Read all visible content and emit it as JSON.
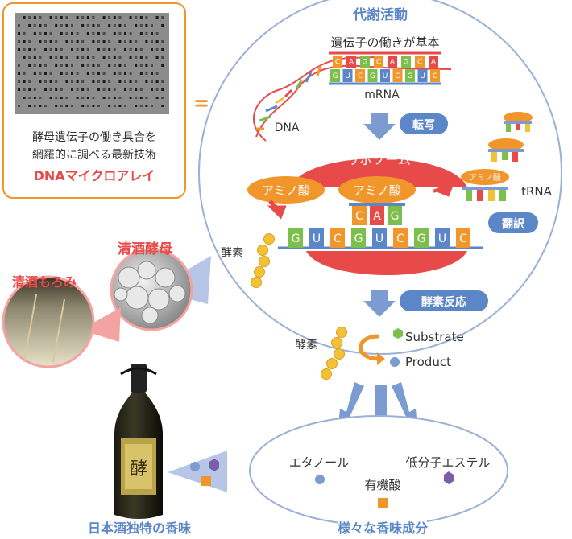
{
  "metabolism_title": "代謝活動",
  "gene_basis": "遺伝子の働きが基本",
  "mrna_label": "mRNA",
  "dna_label": "DNA",
  "transcription_label": "転写",
  "ribosome_label": "リボソーム",
  "amino_acid_1": "アミノ酸",
  "amino_acid_2": "アミノ酸",
  "trna_amino_label": "アミノ酸",
  "trna_label": "tRNA",
  "translation_label": "翻訳",
  "enzyme_label_1": "酵素",
  "enzyme_label_2": "酵素",
  "enzyme_reaction_label": "酵素反応",
  "substrate_label": "Substrate",
  "product_label": "Product",
  "codon_top": [
    "C",
    "A",
    "G",
    "C",
    "A",
    "G",
    "C",
    "A"
  ],
  "codon_bottom": [
    "G",
    "U",
    "C",
    "G",
    "U",
    "C",
    "G",
    "U",
    "C"
  ],
  "anticodon": [
    "C",
    "A",
    "G"
  ],
  "ribosome_codons": [
    "G",
    "U",
    "C",
    "G",
    "U",
    "C",
    "G",
    "U",
    "C"
  ],
  "microarray_caption_1": "酵母遺伝子の働き具合を",
  "microarray_caption_2": "網羅的に調べる最新技術",
  "microarray_title": "DNAマイクロアレイ",
  "equals_sign": "=",
  "sake_yeast_label": "清酒酵母",
  "moromi_label": "清酒もろみ",
  "ethanol_label": "エタノール",
  "ester_label": "低分子エステル",
  "organic_acid_label": "有機酸",
  "flavor_components_label": "様々な香味成分",
  "sake_flavor_label": "日本酒独特の香味",
  "colors": {
    "title_blue": "#5b86c8",
    "accent_orange": "#f0962b",
    "accent_red": "#e84a4a",
    "arrow_blue": "#7b9bd1",
    "enzyme_yellow": "#f2c135",
    "pink_bg": "#f4a3a3"
  }
}
